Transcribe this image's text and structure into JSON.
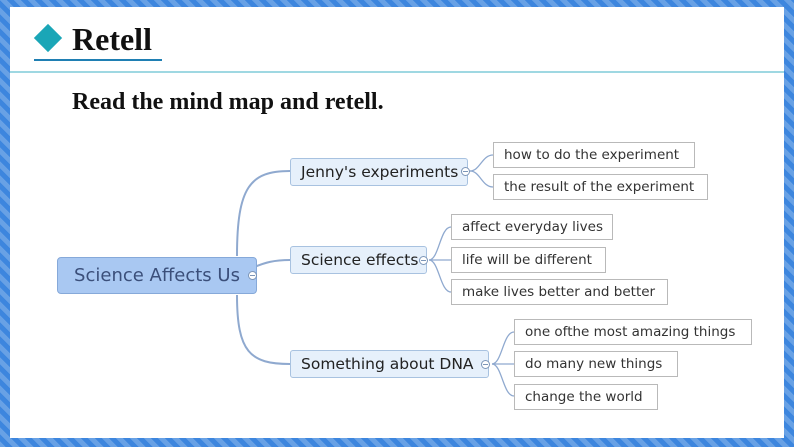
{
  "header": {
    "title": "Retell"
  },
  "instruction": "Read the mind map and retell.",
  "mindmap": {
    "root": "Science Affects Us",
    "branches": [
      {
        "label": "Jenny's experiments",
        "leaves": [
          "how to do the experiment",
          "the result of the experiment"
        ]
      },
      {
        "label": "Science effects",
        "leaves": [
          "affect everyday lives",
          "life will be different",
          "make lives better and better"
        ]
      },
      {
        "label": "Something about DNA",
        "leaves": [
          "one ofthe most amazing things",
          "do many new things",
          "change the world"
        ]
      }
    ]
  },
  "colors": {
    "accent": "#1aa6b7",
    "root_fill": "#a9c8f2",
    "connector": "#8fa9cf",
    "border": "#3d86de"
  }
}
